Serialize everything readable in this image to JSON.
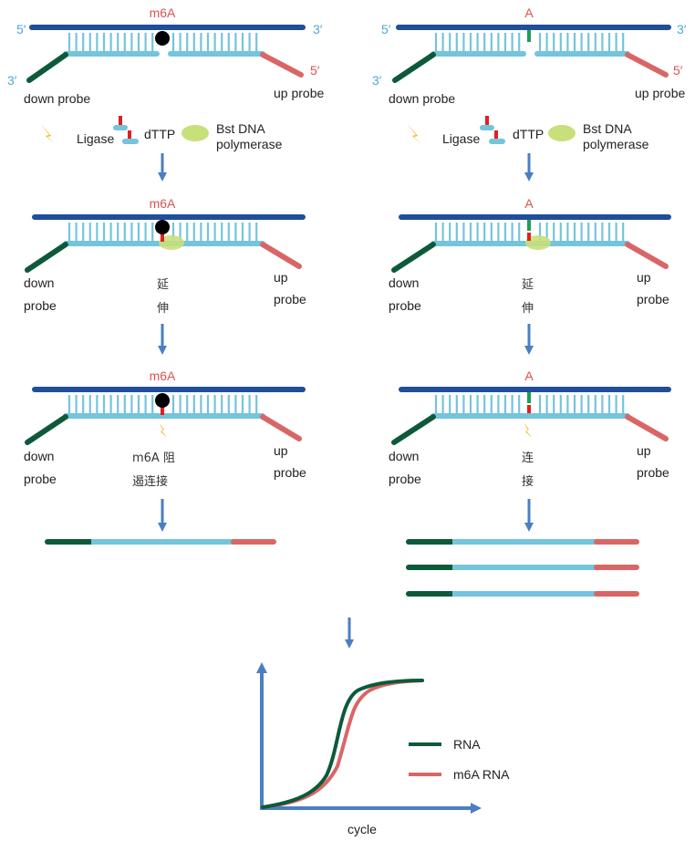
{
  "colors": {
    "dark_blue": "#1f4e9b",
    "light_blue": "#74c4dc",
    "dark_green": "#0c5a3a",
    "salmon": "#d96666",
    "label_blue": "#4aa9d8",
    "label_red": "#d9534f",
    "arrow": "#4a7fc0",
    "enzyme_green": "#c8e07a",
    "lightning": "#f3b921",
    "red_nt": "#e02020",
    "green_nt": "#1e9e57",
    "black_mod": "#000000"
  },
  "left": {
    "mark": "m6A",
    "five_prime_top": "5′",
    "three_prime_top": "3′",
    "three_prime_bottom": "3′",
    "five_prime_bottom": "5′",
    "down_probe": "down probe",
    "up_probe": "up probe",
    "down": "down",
    "up": "up",
    "probe": "probe",
    "ligase": "Ligase",
    "dttp": "dTTP",
    "bst": "Bst  DNA",
    "polymerase": "polymerase",
    "step2_mark": "m6A",
    "step2_text_1": "延",
    "step2_text_2": "伸",
    "step3_mark": "m6A",
    "step3_text_1": "m6A  阻",
    "step3_text_2": "遏连接"
  },
  "right": {
    "mark": "A",
    "five_prime_top": "5′",
    "three_prime_top": "3′",
    "three_prime_bottom": "3′",
    "five_prime_bottom": "5′",
    "down_probe": "down probe",
    "up_probe": "up probe",
    "down": "down",
    "up": "up",
    "probe": "probe",
    "ligase": "Ligase",
    "dttp": "dTTP",
    "bst": "Bst  DNA",
    "polymerase": "polymerase",
    "step2_mark": "A",
    "step2_text_1": "延",
    "step2_text_2": "伸",
    "step3_mark": "A",
    "step3_text_1": "连",
    "step3_text_2": "接"
  },
  "plot": {
    "legend": [
      "RNA",
      "m6A RNA"
    ],
    "xlabel": "cycle"
  }
}
